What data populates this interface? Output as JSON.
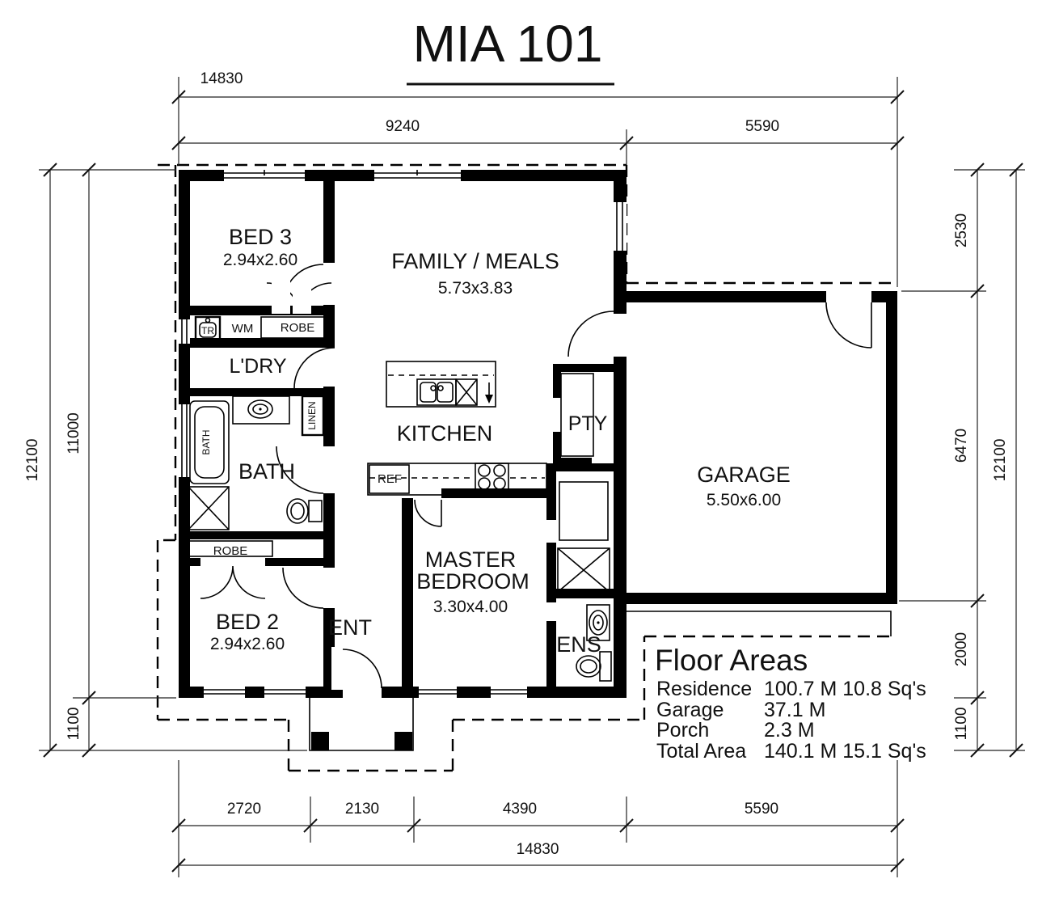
{
  "title": "MIA 101",
  "rooms": {
    "bed3": {
      "name": "BED 3",
      "size": "2.94x2.60"
    },
    "family": {
      "name": "FAMILY / MEALS",
      "size": "5.73x3.83"
    },
    "kitchen": {
      "name": "KITCHEN"
    },
    "laundry": {
      "name": "L'DRY"
    },
    "bath": {
      "name": "BATH"
    },
    "bed2": {
      "name": "BED 2",
      "size": "2.94x2.60"
    },
    "entry": {
      "name": "ENT"
    },
    "master": {
      "line1": "MASTER",
      "line2": "BEDROOM",
      "size": "3.30x4.00"
    },
    "ensuite": {
      "name": "ENS"
    },
    "pantry": {
      "name": "PTY"
    },
    "garage": {
      "name": "GARAGE",
      "size": "5.50x6.00"
    }
  },
  "fixtures": {
    "trough": "TR",
    "washing_machine": "WM",
    "robe_bed3": "ROBE",
    "robe_bed2": "ROBE",
    "linen": "LINEN",
    "fridge": "REF",
    "bathtub": "BATH"
  },
  "dimensions": {
    "top": {
      "overall": "14830",
      "seg1": "9240",
      "seg2": "5590"
    },
    "bottom": {
      "seg1": "2720",
      "seg2": "2130",
      "seg3": "4390",
      "seg4": "5590",
      "overall": "14830"
    },
    "left": {
      "overall": "12100",
      "seg1": "11000",
      "seg2": "1100"
    },
    "right": {
      "seg1": "2530",
      "seg2": "6470",
      "seg3": "2000",
      "seg4": "1100",
      "overall": "12100"
    }
  },
  "floor_areas": {
    "heading": "Floor Areas",
    "rows": [
      {
        "label": "Residence",
        "value": "100.7 M 10.8 Sq's"
      },
      {
        "label": "Garage",
        "value": "37.1 M"
      },
      {
        "label": "Porch",
        "value": "2.3 M"
      },
      {
        "label": "Total Area",
        "value": "140.1 M 15.1 Sq's"
      }
    ]
  }
}
